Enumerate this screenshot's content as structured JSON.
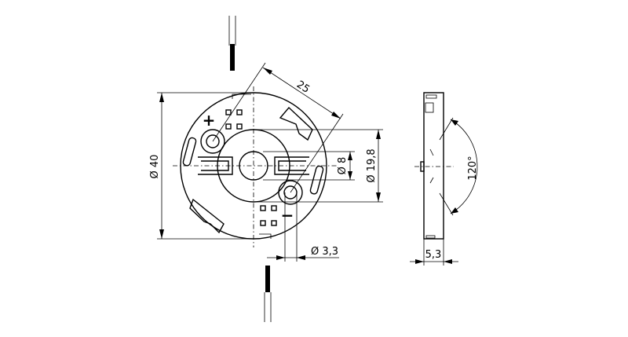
{
  "drawing": {
    "dimensions": {
      "outer_diameter": "Ø 40",
      "bushing_spacing": "25",
      "center_hole_diameter": "Ø 8",
      "inner_diameter": "Ø 19,8",
      "bushing_diameter": "Ø 3,3",
      "thickness": "5,3",
      "angle": "120°"
    },
    "polarity": {
      "plus": "+",
      "minus": "−"
    }
  }
}
